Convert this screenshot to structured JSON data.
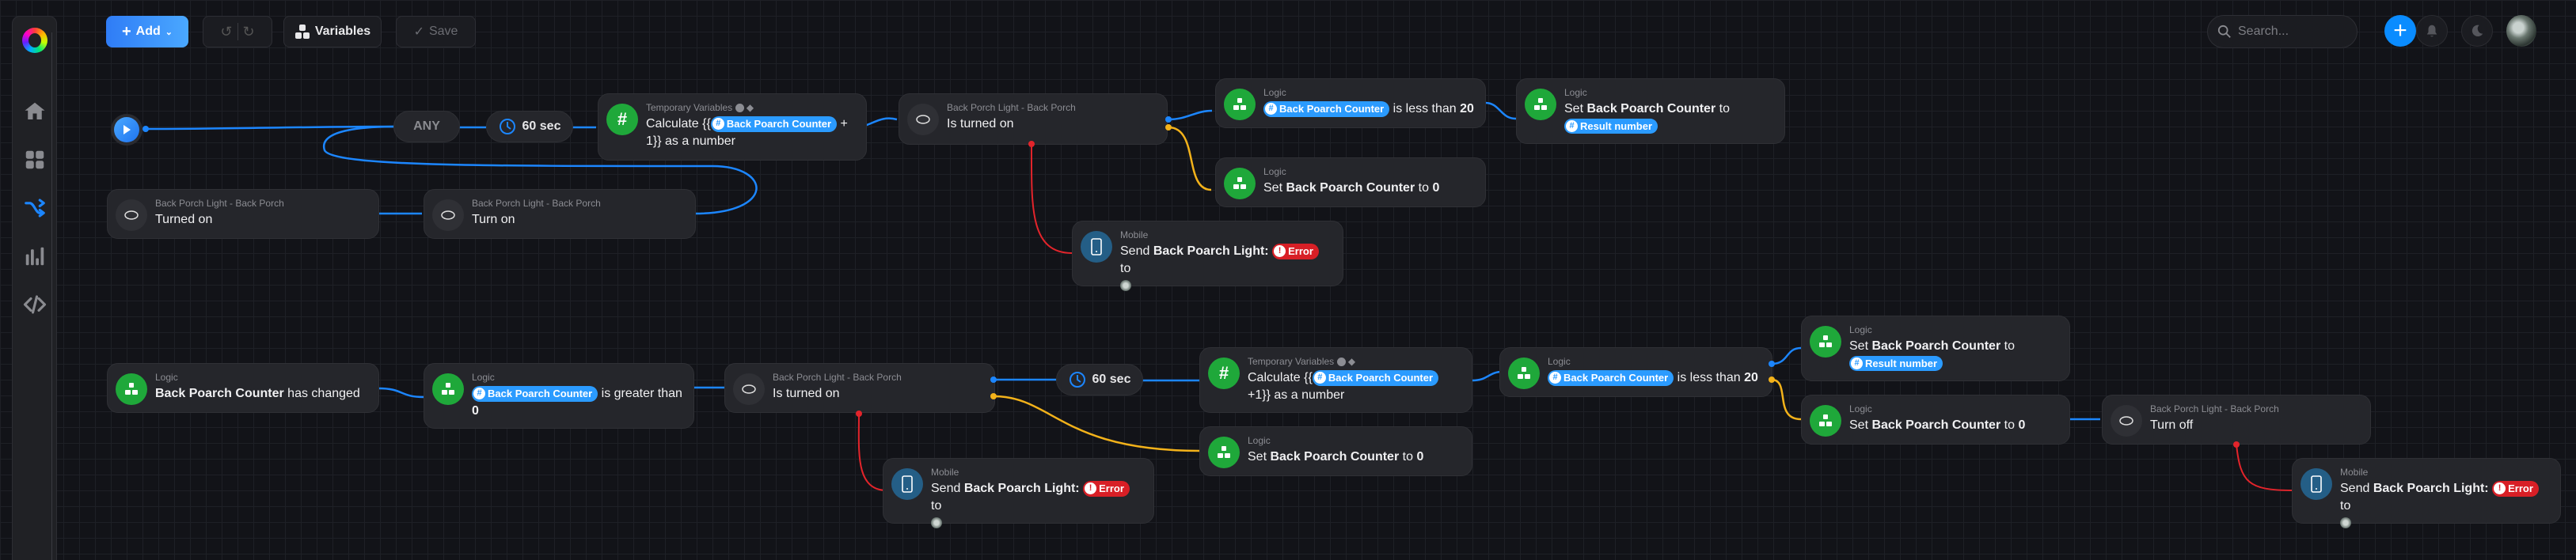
{
  "toolbar": {
    "add_label": "Add",
    "variables_label": "Variables",
    "save_label": "Save"
  },
  "header": {
    "search_placeholder": "Search..."
  },
  "sidebar": {
    "items": [
      {
        "name": "home",
        "icon": "home-icon",
        "active": false
      },
      {
        "name": "dashboard",
        "icon": "grid-icon",
        "active": false
      },
      {
        "name": "flows",
        "icon": "shuffle-icon",
        "active": true
      },
      {
        "name": "insights",
        "icon": "bar-chart-icon",
        "active": false
      },
      {
        "name": "developer",
        "icon": "code-icon",
        "active": false
      }
    ]
  },
  "colors": {
    "accent": "#1c86ff",
    "logic_green": "#1fa83a",
    "chip_blue": "#2b9bff",
    "error_red": "#d81f26",
    "false_branch": "#f3b21a"
  },
  "flow1": {
    "any_label": "ANY",
    "delay_label": "60 sec",
    "calc": {
      "category": "Temporary Variables",
      "pre": "Calculate {{",
      "chip": "Back Poarch Counter",
      "post": "+ 1}} as a number"
    },
    "is_on": {
      "category": "Back Porch Light - Back Porch",
      "text": "Is turned on"
    },
    "less": {
      "category": "Logic",
      "chip": "Back Poarch Counter",
      "post": "is less than",
      "value": "20"
    },
    "set_result": {
      "category": "Logic",
      "pre": "Set",
      "var": "Back Poarch Counter",
      "mid": "to",
      "chip": "Result number"
    },
    "set_zero": {
      "category": "Logic",
      "pre": "Set",
      "var": "Back Poarch Counter",
      "mid": "to",
      "value": "0"
    },
    "mobile": {
      "category": "Mobile",
      "pre": "Send",
      "subject": "Back Poarch Light:",
      "chip": "Error",
      "post": "to"
    },
    "turned_on": {
      "category": "Back Porch Light - Back Porch",
      "text": "Turned on"
    },
    "turn_on": {
      "category": "Back Porch Light - Back Porch",
      "text": "Turn on"
    }
  },
  "flow2": {
    "changed": {
      "category": "Logic",
      "var": "Back Poarch Counter",
      "post": "has changed"
    },
    "greater": {
      "category": "Logic",
      "chip": "Back Poarch Counter",
      "post": "is greater than",
      "value": "0"
    },
    "is_on": {
      "category": "Back Porch Light - Back Porch",
      "text": "Is turned on"
    },
    "delay_label": "60 sec",
    "calc": {
      "category": "Temporary Variables",
      "pre": "Calculate {{",
      "chip": "Back Poarch Counter",
      "post": "+1}} as a number"
    },
    "less": {
      "category": "Logic",
      "chip": "Back Poarch Counter",
      "post": "is less than",
      "value": "20"
    },
    "set_result": {
      "category": "Logic",
      "pre": "Set",
      "var": "Back Poarch Counter",
      "mid": "to",
      "chip": "Result number"
    },
    "set_zero_a": {
      "category": "Logic",
      "pre": "Set",
      "var": "Back Poarch Counter",
      "mid": "to",
      "value": "0"
    },
    "set_zero_b": {
      "category": "Logic",
      "pre": "Set",
      "var": "Back Poarch Counter",
      "mid": "to",
      "value": "0"
    },
    "turn_off": {
      "category": "Back Porch Light - Back Porch",
      "text": "Turn off"
    },
    "mobile_a": {
      "category": "Mobile",
      "pre": "Send",
      "subject": "Back Poarch Light:",
      "chip": "Error",
      "post": "to"
    },
    "mobile_b": {
      "category": "Mobile",
      "pre": "Send",
      "subject": "Back Poarch Light:",
      "chip": "Error",
      "post": "to"
    }
  }
}
